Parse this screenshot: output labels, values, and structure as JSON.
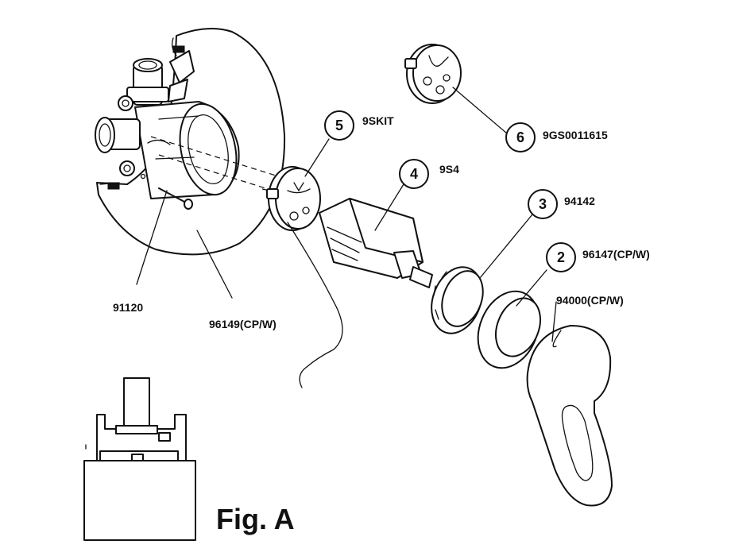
{
  "figure": {
    "title": "Fig. A"
  },
  "callouts": [
    {
      "num": "5",
      "label": "9SKIT"
    },
    {
      "num": "6",
      "label": "9GS0011615"
    },
    {
      "num": "4",
      "label": "9S4"
    },
    {
      "num": "3",
      "label": "94142"
    },
    {
      "num": "2",
      "label": "96147(CP/W)"
    }
  ],
  "labels": {
    "handle": "94000(CP/W)",
    "screw": "91120",
    "plate": "96149(CP/W)"
  }
}
